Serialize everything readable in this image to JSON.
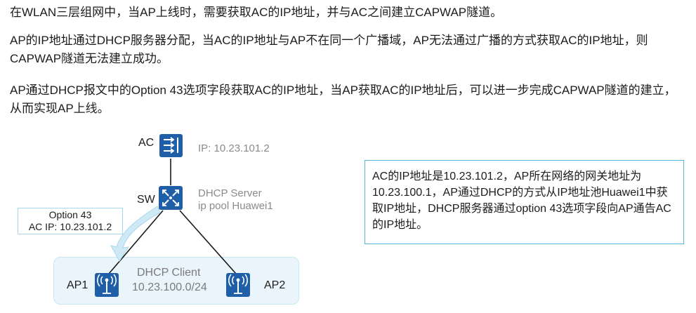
{
  "paragraphs": {
    "p1": "在WLAN三层组网中，当AP上线时，需要获取AC的IP地址，并与AC之间建立CAPWAP隧道。",
    "p2": "AP的IP地址通过DHCP服务器分配，当AC的IP地址与AP不在同一个广播域，AP无法通过广播的方式获取AC的IP地址，则CAPWAP隧道无法建立成功。",
    "p3": "AP通过DHCP报文中的Option  43选项字段获取AC的IP地址，当AP获取AC的IP地址后，可以进一步完成CAPWAP隧道的建立，从而实现AP上线。"
  },
  "diagram": {
    "ac": {
      "label": "AC",
      "ip": "IP: 10.23.101.2",
      "icon": "ac-controller-icon"
    },
    "sw": {
      "label": "SW",
      "server": "DHCP Server",
      "pool": "ip pool Huawei1",
      "icon": "switch-icon"
    },
    "option_box": {
      "line1": "Option 43",
      "line2": "AC IP: 10.23.101.2"
    },
    "client_area": {
      "title": "DHCP Client",
      "subnet": "10.23.100.0/24"
    },
    "ap1": {
      "label": "AP1",
      "icon": "access-point-icon"
    },
    "ap2": {
      "label": "AP2",
      "icon": "access-point-icon"
    },
    "colors": {
      "icon_blue": "#1f5fa8",
      "link": "#1a1a1a",
      "light_blue": "#a7d8ec",
      "area_fill": "#eaf5fb"
    }
  },
  "note": "AC的IP地址是10.23.101.2，AP所在网络的网关地址为10.23.100.1，AP通过DHCP的方式从IP地址池Huawei1中获取IP地址，DHCP服务器通过option 43选项字段向AP通告AC的IP地址。"
}
